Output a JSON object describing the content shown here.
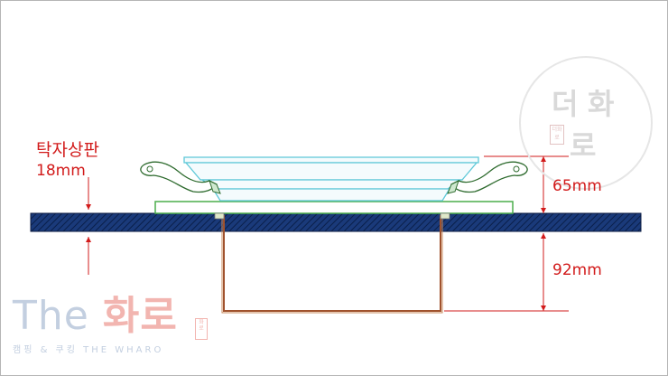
{
  "labels": {
    "tabletop": "탁자상판",
    "thickness": "18mm",
    "height_top": "65mm",
    "height_bottom": "92mm"
  },
  "watermark": {
    "chars": [
      "더",
      "화",
      "로"
    ],
    "seal": "더화로"
  },
  "brand": {
    "the": "The",
    "korean": "화로",
    "subtitle": "캠핑 & 쿠킹 THE WHARO"
  },
  "colors": {
    "label_red": "#d21b1b",
    "table_blue": "#0d2f6b",
    "tray_cyan": "#5ec8d8",
    "plate_green": "#4cae4c",
    "box_brown": "#a0522d",
    "handle_green": "#2e6b2e"
  }
}
